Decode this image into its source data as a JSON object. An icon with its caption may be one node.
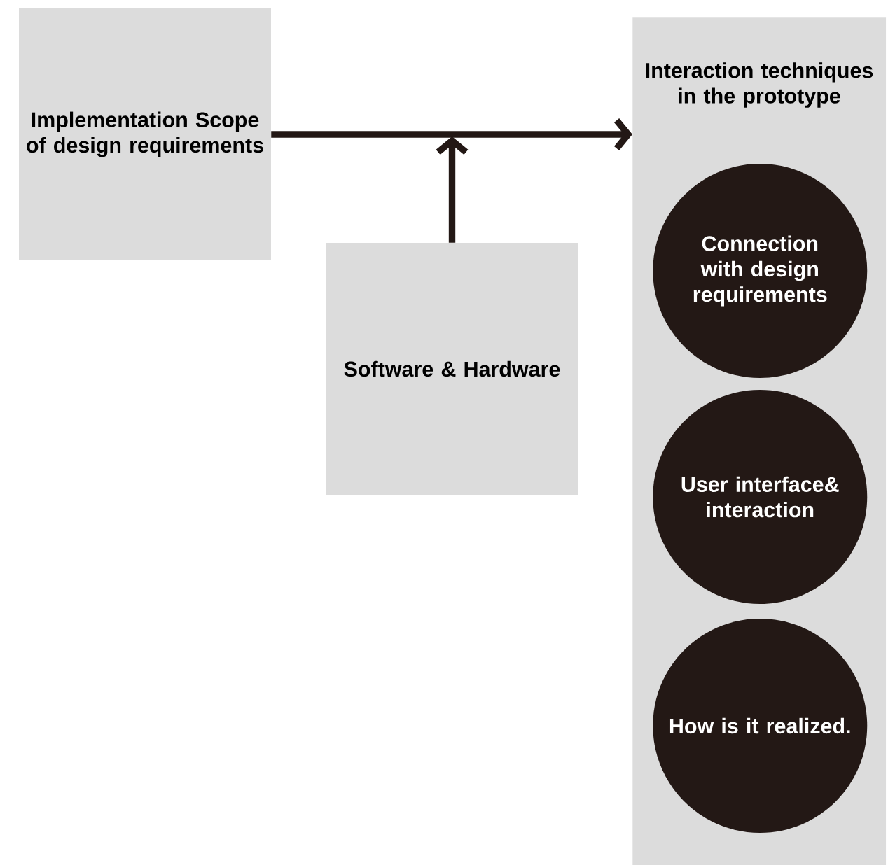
{
  "diagram": {
    "nodes": [
      {
        "text": [
          "Implementation Scope of design requirements"
        ]
      },
      {
        "text": [
          "Interaction techniques in the prototype"
        ]
      },
      {
        "text": [
          "Software & Hardware"
        ]
      },
      {
        "text": [
          "Connection with design requirements"
        ],
        "in": 1
      },
      {
        "text": [
          "User interface& interaction"
        ],
        "in": 1
      },
      {
        "text": [
          "How is it realized."
        ],
        "in": 1
      }
    ],
    "edges": [
      {
        "from": 0,
        "to": 1,
        "arrow": "to"
      },
      {
        "from": 2,
        "to": null,
        "arrow": "to"
      }
    ]
  }
}
